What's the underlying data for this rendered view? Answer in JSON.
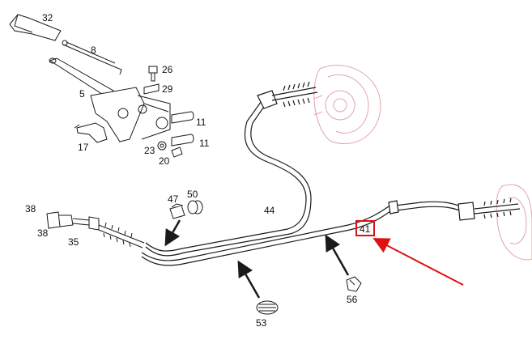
{
  "colors": {
    "line": "#1a1a1a",
    "drum": "#e3a4aa",
    "highlight": "#e01010",
    "background": "#ffffff"
  },
  "labels": {
    "p32": "32",
    "p8": "8",
    "p26": "26",
    "p29": "29",
    "p5": "5",
    "p11a": "11",
    "p11b": "11",
    "p17": "17",
    "p23": "23",
    "p20": "20",
    "p47": "47",
    "p50": "50",
    "p44": "44",
    "p38a": "38",
    "p38b": "38",
    "p35": "35",
    "p41": "41",
    "p56": "56",
    "p53": "53"
  },
  "arrows": [
    {
      "name": "arrow-to-47",
      "icon": "black-arrow-icon"
    },
    {
      "name": "arrow-to-53",
      "icon": "black-arrow-icon"
    },
    {
      "name": "arrow-to-56",
      "icon": "black-arrow-icon"
    },
    {
      "name": "arrow-to-41",
      "icon": "red-arrow-icon"
    }
  ]
}
